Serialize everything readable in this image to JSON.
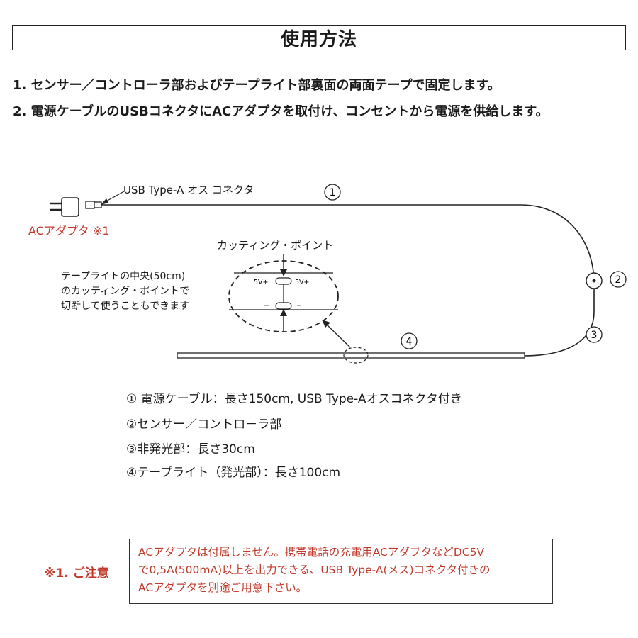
{
  "title": "使用方法",
  "steps": [
    "1. センサー／コントローラ部およびテープライト部裏面の両面テープで固定します。",
    "2. 電源ケーブルのUSBコネクタにACアダプタを取付け、コンセントから電源を供給します。"
  ],
  "diagram": {
    "usb_connector_label": "USB Type-A オス コネクタ",
    "ac_adapter_label": "ACアダプタ ※1",
    "cutting_point_label": "カッティング・ポイント",
    "cut_note": [
      "テープライトの中央(50cm)",
      "のカッティング・ポイントで",
      "切断して使うこともできます"
    ],
    "pad_labels": [
      "5V+",
      "5V+",
      "−",
      "−"
    ],
    "markers": [
      "①",
      "②",
      "③",
      "④"
    ]
  },
  "legend": [
    "① 電源ケーブル：長さ150cm, USB Type-Aオスコネクタ付き",
    "②センサー／コントロ－ラ部",
    "③非発光部：長さ30cm",
    "④テープライト（発光部）：長さ100cm"
  ],
  "caution": {
    "heading": "※1. ご注意",
    "lines": [
      "ACアダプタは付属しません。携帯電話の充電用ACアダプタなどDC5V",
      "で0,5A(500mA)以上を出力できる、USB Type-A(メス)コネクタ付きの",
      "ACアダプタを別途ご用意下さい。"
    ]
  },
  "colors": {
    "accent_red": "#c0392b",
    "line": "#222222"
  }
}
